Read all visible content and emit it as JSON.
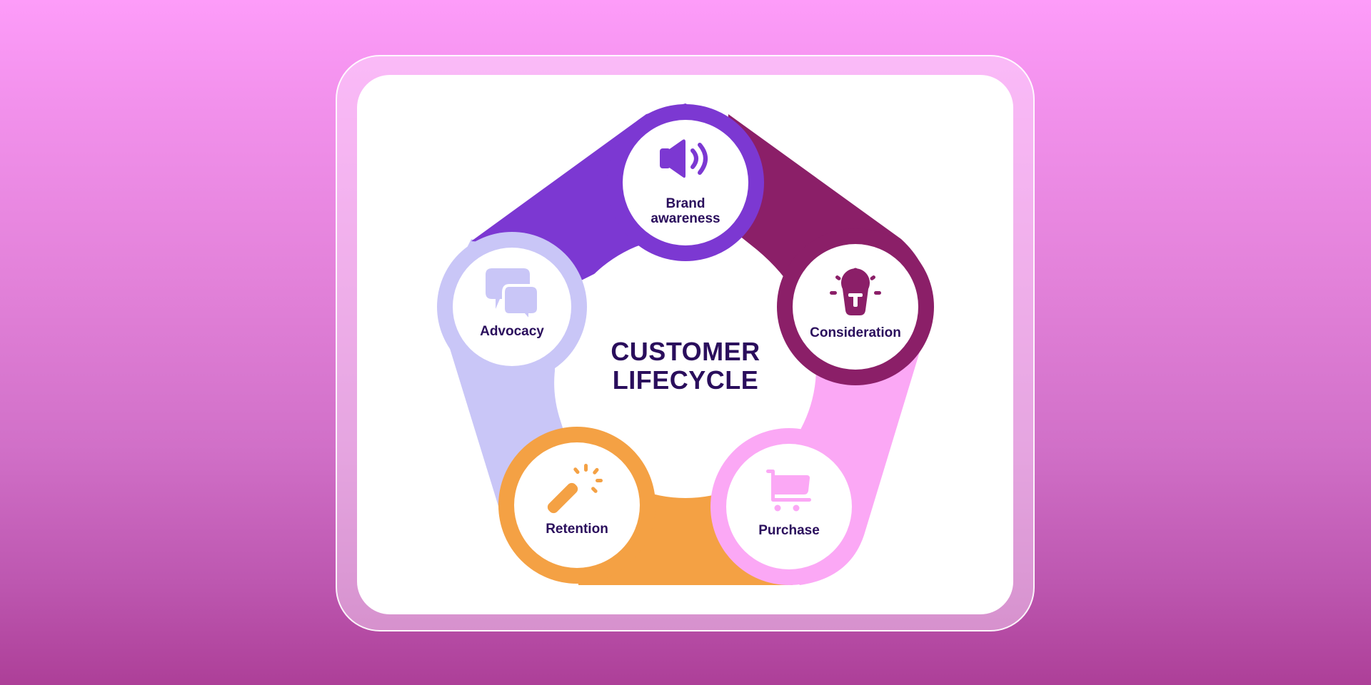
{
  "diagram": {
    "title_line1": "CUSTOMER",
    "title_line2": "LIFECYCLE",
    "stages": [
      {
        "id": "brand-awareness",
        "label_line1": "Brand",
        "label_line2": "awareness",
        "icon": "megaphone-speaker-icon",
        "color": "#7c38d2"
      },
      {
        "id": "consideration",
        "label_line1": "Consideration",
        "label_line2": "",
        "icon": "lightbulb-icon",
        "color": "#8b1f68"
      },
      {
        "id": "purchase",
        "label_line1": "Purchase",
        "label_line2": "",
        "icon": "shopping-cart-icon",
        "color": "#fba8f5"
      },
      {
        "id": "retention",
        "label_line1": "Retention",
        "label_line2": "",
        "icon": "magic-wand-icon",
        "color": "#f4a144"
      },
      {
        "id": "advocacy",
        "label_line1": "Advocacy",
        "label_line2": "",
        "icon": "chat-bubbles-icon",
        "color": "#c9c6f7"
      }
    ]
  },
  "colors": {
    "background_top": "#fd9cf9",
    "background_bottom": "#ad3f98",
    "text_dark": "#2a0e5c",
    "card": "#ffffff"
  }
}
